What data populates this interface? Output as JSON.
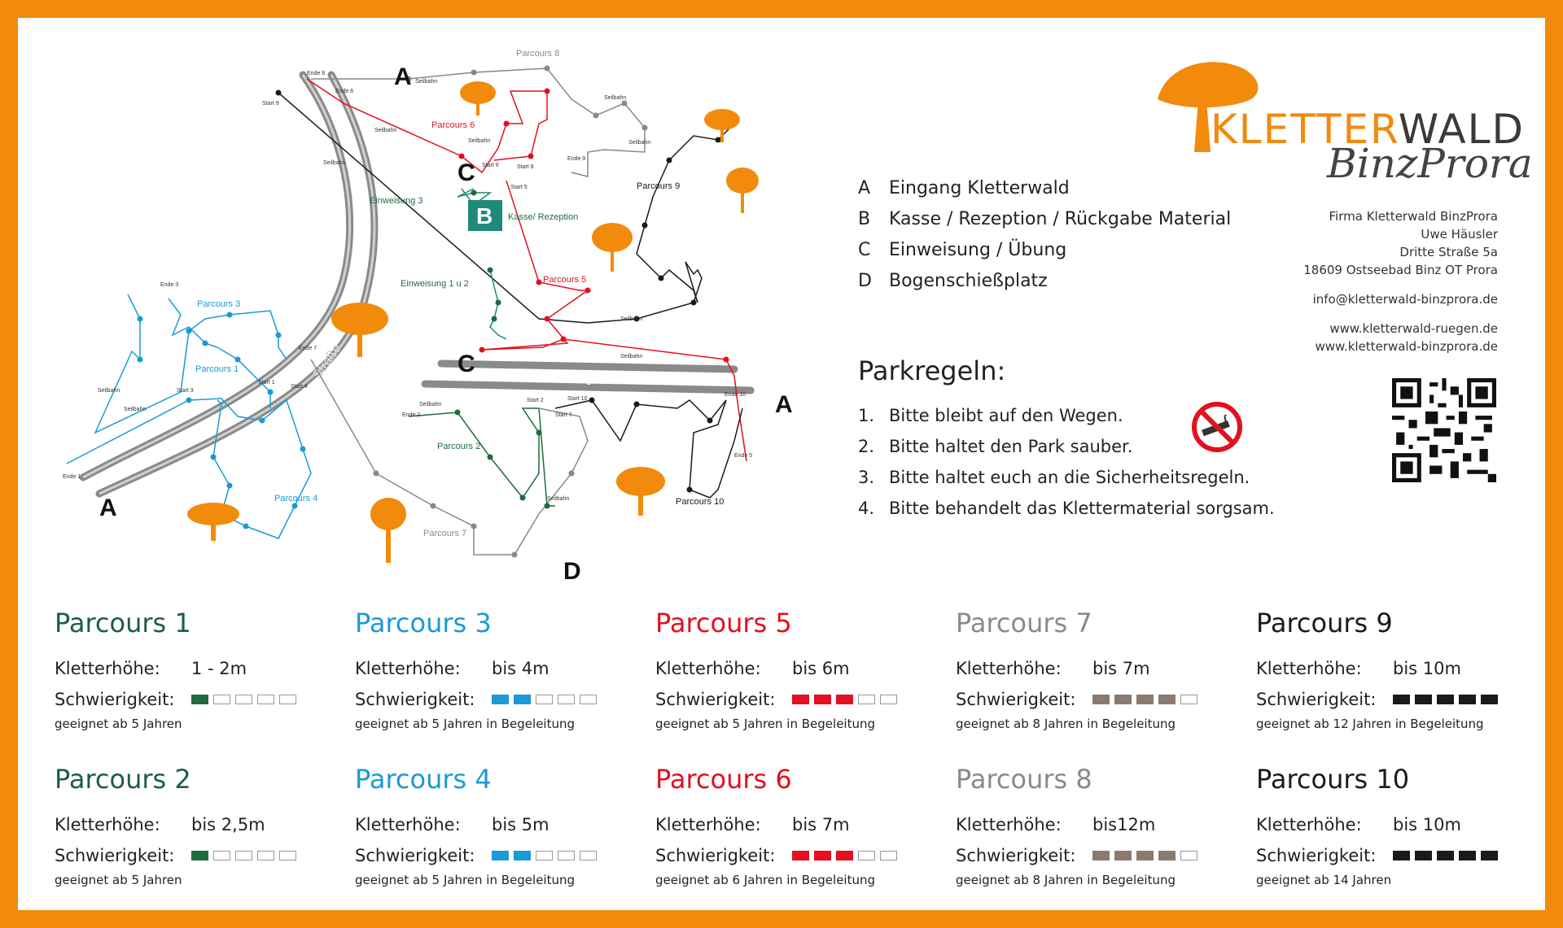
{
  "map": {
    "points": [
      "A",
      "A",
      "A",
      "B",
      "C",
      "C",
      "D"
    ],
    "road": "Straße",
    "path": "Weg",
    "labels": [
      "Parcours 8",
      "Parcours 6",
      "Parcours 9",
      "Parcours 5",
      "Parcours 3",
      "Parcours 1",
      "Parcours 2",
      "Parcours 4",
      "Parcours 7",
      "Parcours 10",
      "Kasse/ Rezeption",
      "Einweisung 3",
      "Einweisung 1 u 2",
      "Seilbahn",
      "Seilbahn",
      "Seilbahn",
      "Seilbahn",
      "Seilbahn",
      "Seilbahn",
      "Seilbahn",
      "Seilbahn",
      "Seilbahn",
      "Seilbahn",
      "Seilbahn",
      "Seilbahn",
      "Start 9",
      "Ende 8",
      "Ende 6",
      "Start 6",
      "Start 8",
      "Start 5",
      "Ende 9",
      "Ende 3",
      "Ende 7",
      "Start 3",
      "Start 1",
      "Ende 1",
      "Start 4",
      "Ende 2",
      "Start 2",
      "Start 10",
      "Start 7",
      "Ende 10",
      "Ende 5"
    ]
  },
  "logo": {
    "main_dark": "KLETTER",
    "main_light": "WALD",
    "sub": "BinzProra"
  },
  "legend": [
    {
      "key": "A",
      "text": "Eingang Kletterwald"
    },
    {
      "key": "B",
      "text": "Kasse / Rezeption / Rückgabe Material"
    },
    {
      "key": "C",
      "text": "Einweisung / Übung"
    },
    {
      "key": "D",
      "text": "Bogenschießplatz"
    }
  ],
  "contact": {
    "company": "Firma Kletterwald BinzProra",
    "person": "Uwe Häusler",
    "street": "Dritte Straße 5a",
    "city": "18609 Ostseebad Binz OT Prora",
    "email": "info@kletterwald-binzprora.de",
    "web1": "www.kletterwald-ruegen.de",
    "web2": "www.kletterwald-binzprora.de"
  },
  "park": {
    "title": "Parkregeln:",
    "rules": [
      {
        "n": "1.",
        "t": "Bitte bleibt auf den Wegen."
      },
      {
        "n": "2.",
        "t": "Bitte haltet den Park sauber."
      },
      {
        "n": "3.",
        "t": "Bitte haltet euch an die Sicherheitsregeln."
      },
      {
        "n": "4.",
        "t": "Bitte behandelt das Klettermaterial sorgsam."
      }
    ]
  },
  "labels": {
    "height": "Kletterhöhe:",
    "difficulty": "Schwierigkeit:"
  },
  "courses": [
    {
      "name": "Parcours 1",
      "height": "1 - 2m",
      "level": 1,
      "color": "#1e6b3f",
      "note": "geeignet ab 5 Jahren"
    },
    {
      "name": "Parcours 2",
      "height": "bis 2,5m",
      "level": 1,
      "color": "#1e6b3f",
      "note": "geeignet ab 5 Jahren"
    },
    {
      "name": "Parcours 3",
      "height": "bis 4m",
      "level": 2,
      "color": "#1a9ad6",
      "note": "geeignet ab 5 Jahren in Begeleitung"
    },
    {
      "name": "Parcours 4",
      "height": "bis 5m",
      "level": 2,
      "color": "#1a9ad6",
      "note": "geeignet ab 5 Jahren in Begeleitung"
    },
    {
      "name": "Parcours 5",
      "height": "bis 6m",
      "level": 3,
      "color": "#e3101f",
      "note": "geeignet ab 5 Jahren in Begeleitung"
    },
    {
      "name": "Parcours 6",
      "height": "bis 7m",
      "level": 3,
      "color": "#e3101f",
      "note": "geeignet ab 6 Jahren in Begeleitung"
    },
    {
      "name": "Parcours 7",
      "height": "bis 7m",
      "level": 4,
      "color": "#8b7a70",
      "note": "geeignet ab 8 Jahren in Begeleitung"
    },
    {
      "name": "Parcours 8",
      "height": "bis12m",
      "level": 4,
      "color": "#8b7a70",
      "note": "geeignet ab 8 Jahren in Begeleitung"
    },
    {
      "name": "Parcours 9",
      "height": "bis 10m",
      "level": 5,
      "color": "#1a1a1a",
      "note": "geeignet ab 12 Jahren in Begeleitung"
    },
    {
      "name": "Parcours 10",
      "height": "bis 10m",
      "level": 5,
      "color": "#1a1a1a",
      "note": "geeignet ab 14 Jahren"
    }
  ],
  "colors": {
    "frame": "#f28a0c",
    "tree": "#f28a0c",
    "title_green": "#1e5c4a",
    "title_blue": "#1a9ad6",
    "title_red": "#e3101f",
    "title_grey": "#8a8a8a",
    "title_black": "#1a1a1a"
  }
}
